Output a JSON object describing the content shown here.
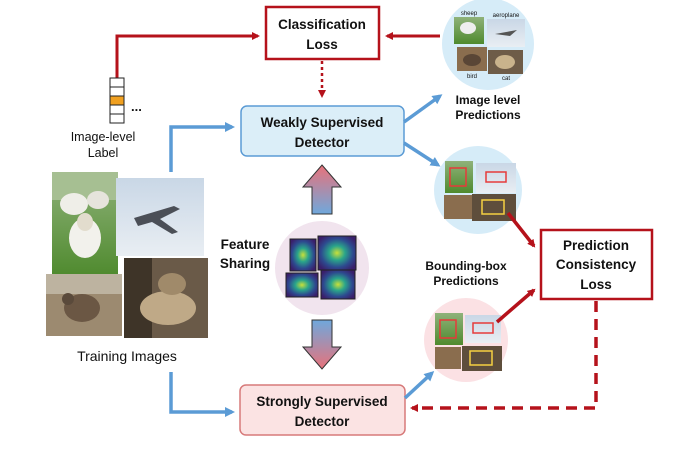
{
  "nodes": {
    "classification_loss": {
      "line1": "Classification",
      "line2": "Loss"
    },
    "weak_detector": {
      "line1": "Weakly Supervised",
      "line2": "Detector"
    },
    "strong_detector": {
      "line1": "Strongly Supervised",
      "line2": "Detector"
    },
    "prediction_consistency_loss": {
      "line1": "Prediction",
      "line2": "Consistency",
      "line3": "Loss"
    }
  },
  "labels": {
    "image_level_label": {
      "line1": "Image-level",
      "line2": "Label"
    },
    "training_images": "Training Images",
    "feature_sharing": {
      "line1": "Feature",
      "line2": "Sharing"
    },
    "image_level_predictions": {
      "line1": "Image level",
      "line2": "Predictions"
    },
    "bounding_box_predictions": {
      "line1": "Bounding-box",
      "line2": "Predictions"
    },
    "label_vector_ellipsis": "...",
    "class_names": {
      "sheep": "sheep",
      "aeroplane": "aeroplane",
      "bird": "bird",
      "cat": "cat"
    }
  },
  "colors": {
    "loss_red": "#b5121b",
    "flow_blue": "#5b9bd5",
    "weak_box_fill": "#dbeef8",
    "weak_box_border": "#5b9bd5",
    "strong_box_fill": "#fbe3e3",
    "strong_box_border": "#d77a7a",
    "label_highlight": "#f0a020",
    "blue_circle": "#d6ecf8",
    "pink_circle": "#fbe1e4"
  }
}
